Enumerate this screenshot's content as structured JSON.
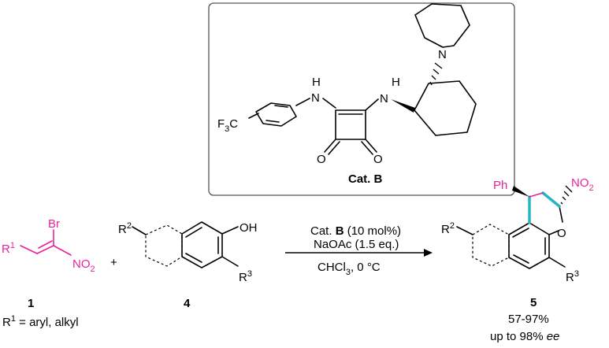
{
  "catalyst": {
    "label_cat": "Cat.",
    "label_letter": "B",
    "atoms": {
      "cf3_f": "F",
      "cf3_sub": "3",
      "cf3_c": "C",
      "nh_left_h": "H",
      "nh_left_n": "N",
      "nh_right_h": "H",
      "nh_right_n": "N",
      "piperidine_n": "N",
      "o_left": "O",
      "o_right": "O"
    }
  },
  "reactant1": {
    "br": "Br",
    "r": "R",
    "r_sup": "1",
    "no2_main": "NO",
    "no2_sub": "2",
    "number": "1",
    "note_r": "R",
    "note_sup": "1",
    "note_text": " = aryl, alkyl"
  },
  "plus": "+",
  "reactant4": {
    "r2": "R",
    "r2_sup": "2",
    "oh": "OH",
    "r3": "R",
    "r3_sup": "3",
    "number": "4"
  },
  "conditions": {
    "line1_pre": "Cat. ",
    "line1_bold": "B",
    "line1_post": " (10 mol%)",
    "line2": "NaOAc (1.5 eq.)",
    "line3_pre": "CHCl",
    "line3_sub": "3",
    "line3_post": ", 0 °C"
  },
  "product5": {
    "ph": "Ph",
    "no2_main": "NO",
    "no2_sub": "2",
    "o": "O",
    "r2": "R",
    "r2_sup": "2",
    "r3": "R",
    "r3_sup": "3",
    "number": "5",
    "yield": "57-97%",
    "ee_pre": "up to 98% ",
    "ee_ital": "ee"
  },
  "colors": {
    "highlight_pink": "#e8239a",
    "highlight_teal": "#23b5c4",
    "box_border": "#555555"
  }
}
